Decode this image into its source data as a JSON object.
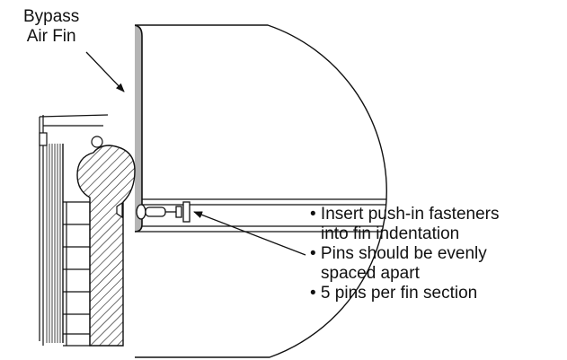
{
  "callout_fin": {
    "line1": "Bypass",
    "line2": "Air Fin"
  },
  "notes": [
    {
      "bullet": "• Insert push-in fasteners",
      "continuation": "into fin indentation"
    },
    {
      "bullet": "• Pins should be evenly",
      "continuation": "spaced apart"
    },
    {
      "bullet": "• 5 pins per fin section",
      "continuation": ""
    }
  ],
  "colors": {
    "fin_fill": "#b4b4b4",
    "line": "#111111",
    "background": "#ffffff"
  }
}
